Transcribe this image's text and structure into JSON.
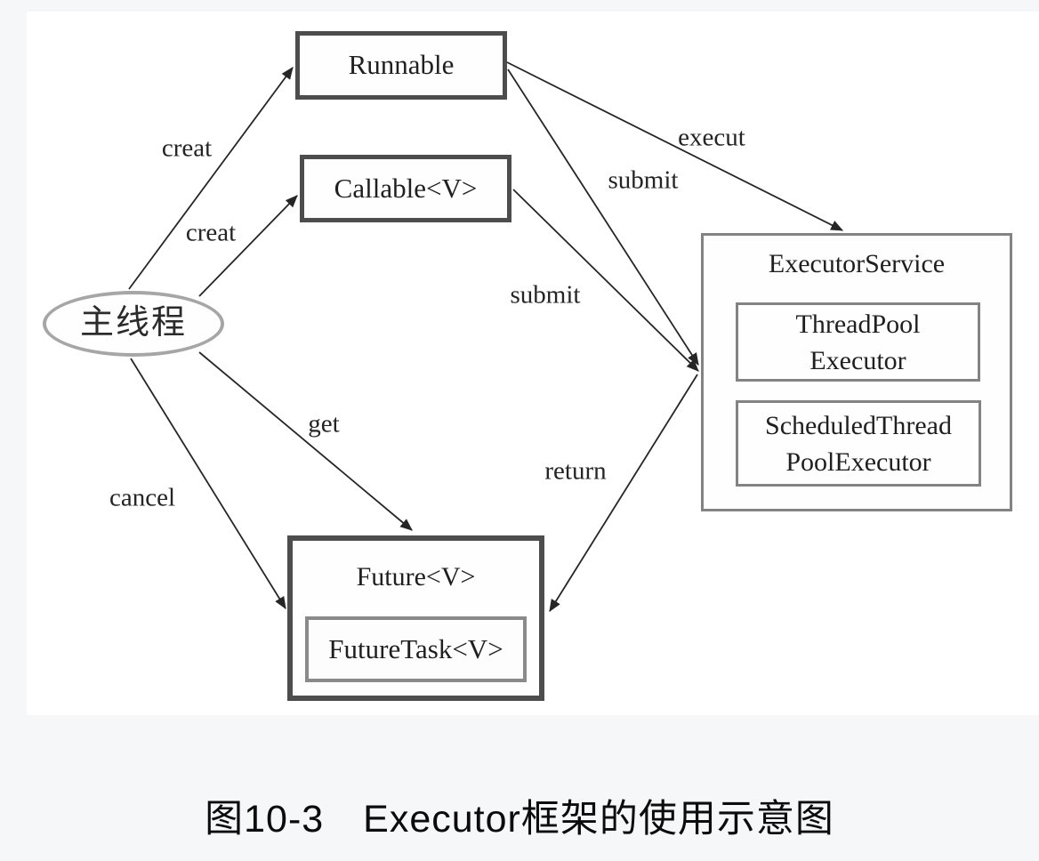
{
  "page": {
    "background_color": "#f6f7f9",
    "panel_background_color": "#ffffff"
  },
  "diagram": {
    "nodes": {
      "main_thread": {
        "label": "主线程",
        "shape": "ellipse"
      },
      "runnable": {
        "label": "Runnable"
      },
      "callable": {
        "label": "Callable<V>"
      },
      "executor_service": {
        "label": "ExecutorService"
      },
      "thread_pool_executor": {
        "line1": "ThreadPool",
        "line2": "Executor"
      },
      "scheduled_thread_pool_executor": {
        "line1": "ScheduledThread",
        "line2": "PoolExecutor"
      },
      "future": {
        "label": "Future<V>"
      },
      "future_task": {
        "label": "FutureTask<V>"
      }
    },
    "edges": {
      "creat_runnable": {
        "label": "creat",
        "from": "main_thread",
        "to": "runnable"
      },
      "creat_callable": {
        "label": "creat",
        "from": "main_thread",
        "to": "callable"
      },
      "execut": {
        "label": "execut",
        "from": "runnable",
        "to": "executor_service"
      },
      "submit_runnable": {
        "label": "submit",
        "from": "runnable",
        "to": "executor_service"
      },
      "submit_callable": {
        "label": "submit",
        "from": "callable",
        "to": "executor_service"
      },
      "get": {
        "label": "get",
        "from": "main_thread",
        "to": "future"
      },
      "cancel": {
        "label": "cancel",
        "from": "main_thread",
        "to": "future"
      },
      "return": {
        "label": "return",
        "from": "executor_service",
        "to": "future_task"
      }
    },
    "colors": {
      "dark_box_border": "#4d4d4d",
      "gray_box_border": "#838383",
      "ellipse_border": "#a6a6a6",
      "arrow": "#262626",
      "text": "#1f1f1f"
    }
  },
  "caption": {
    "text": "图10-3　Executor框架的使用示意图"
  }
}
